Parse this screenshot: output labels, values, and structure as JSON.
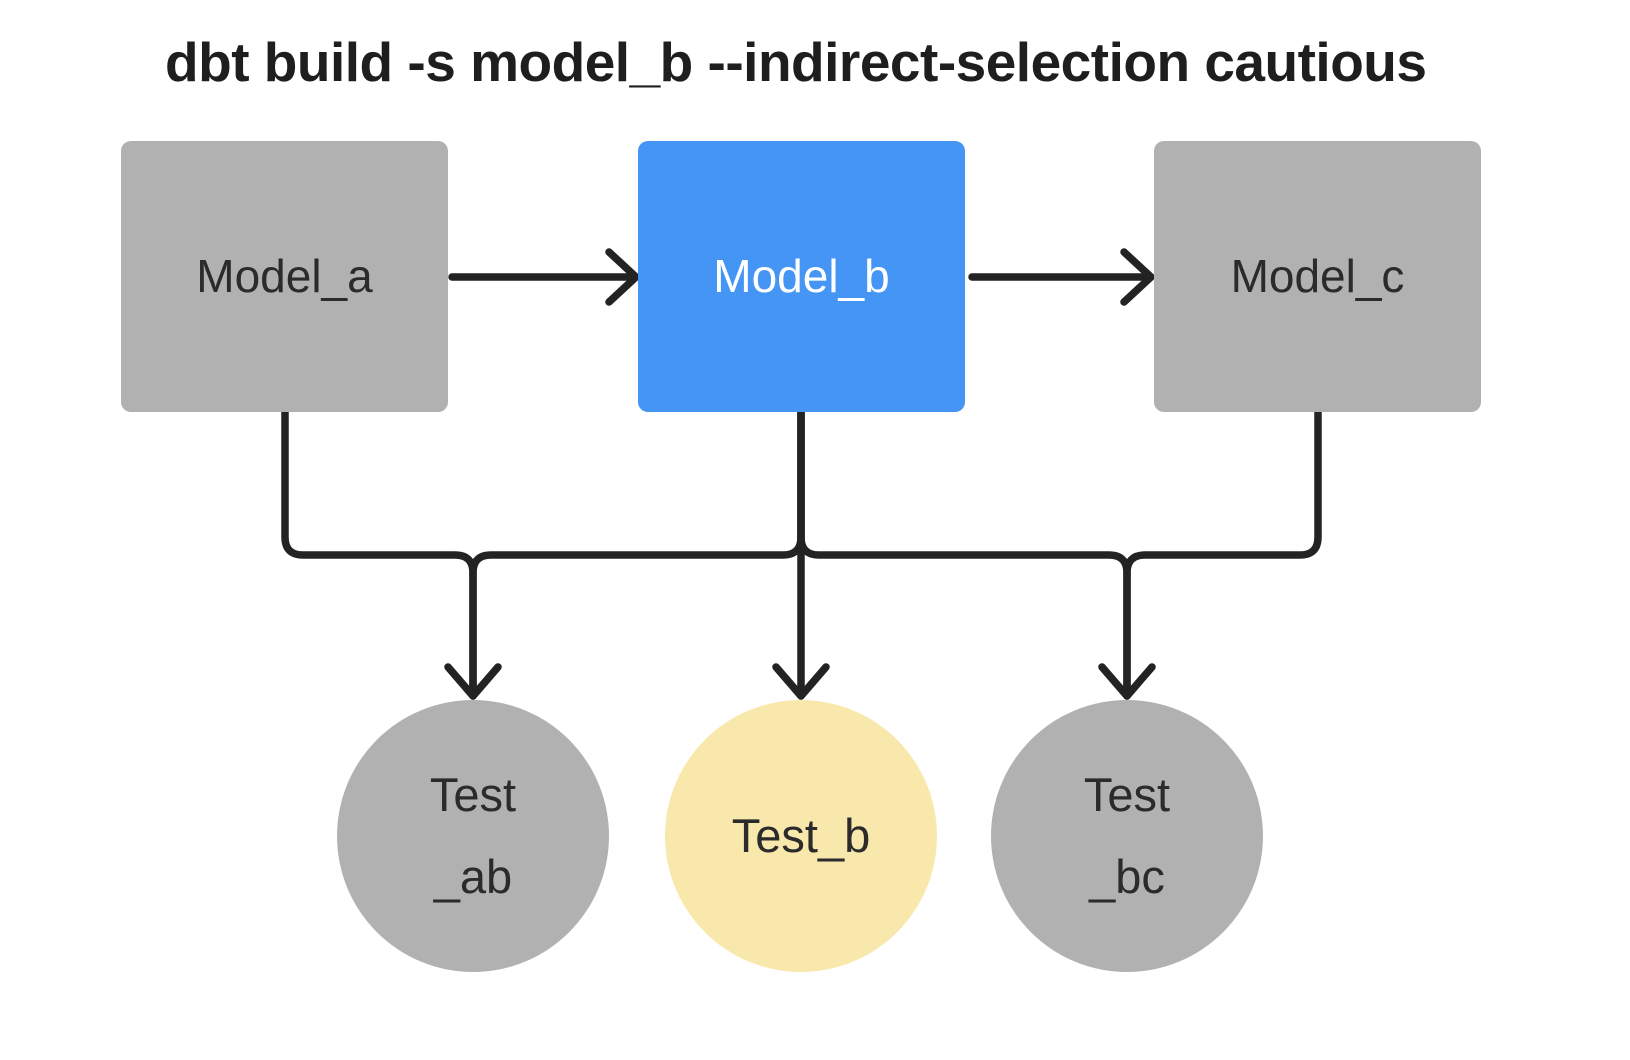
{
  "title": "dbt build -s model_b --indirect-selection cautious",
  "colors": {
    "selected_model_blue": "#4596f4",
    "unselected_gray": "#b1b1b1",
    "selected_test_yellow": "#f9e8ac",
    "line_black": "#232323",
    "background": "#ffffff"
  },
  "models": [
    {
      "id": "model_a",
      "label": "Model_a",
      "state": "unselected",
      "color": "#b1b1b1"
    },
    {
      "id": "model_b",
      "label": "Model_b",
      "state": "selected",
      "color": "#4596f4"
    },
    {
      "id": "model_c",
      "label": "Model_c",
      "state": "unselected",
      "color": "#b1b1b1"
    }
  ],
  "tests": [
    {
      "id": "test_ab",
      "label": "Test\n_ab",
      "state": "unselected",
      "color": "#b1b1b1"
    },
    {
      "id": "test_b",
      "label": "Test_b",
      "state": "selected",
      "color": "#f9e8ac"
    },
    {
      "id": "test_bc",
      "label": "Test\n_bc",
      "state": "unselected",
      "color": "#b1b1b1"
    }
  ],
  "edges": [
    {
      "from": "model_a",
      "to": "model_b"
    },
    {
      "from": "model_b",
      "to": "model_c"
    },
    {
      "from": "model_a",
      "to": "test_ab"
    },
    {
      "from": "model_b",
      "to": "test_ab"
    },
    {
      "from": "model_b",
      "to": "test_b"
    },
    {
      "from": "model_b",
      "to": "test_bc"
    },
    {
      "from": "model_c",
      "to": "test_bc"
    }
  ]
}
